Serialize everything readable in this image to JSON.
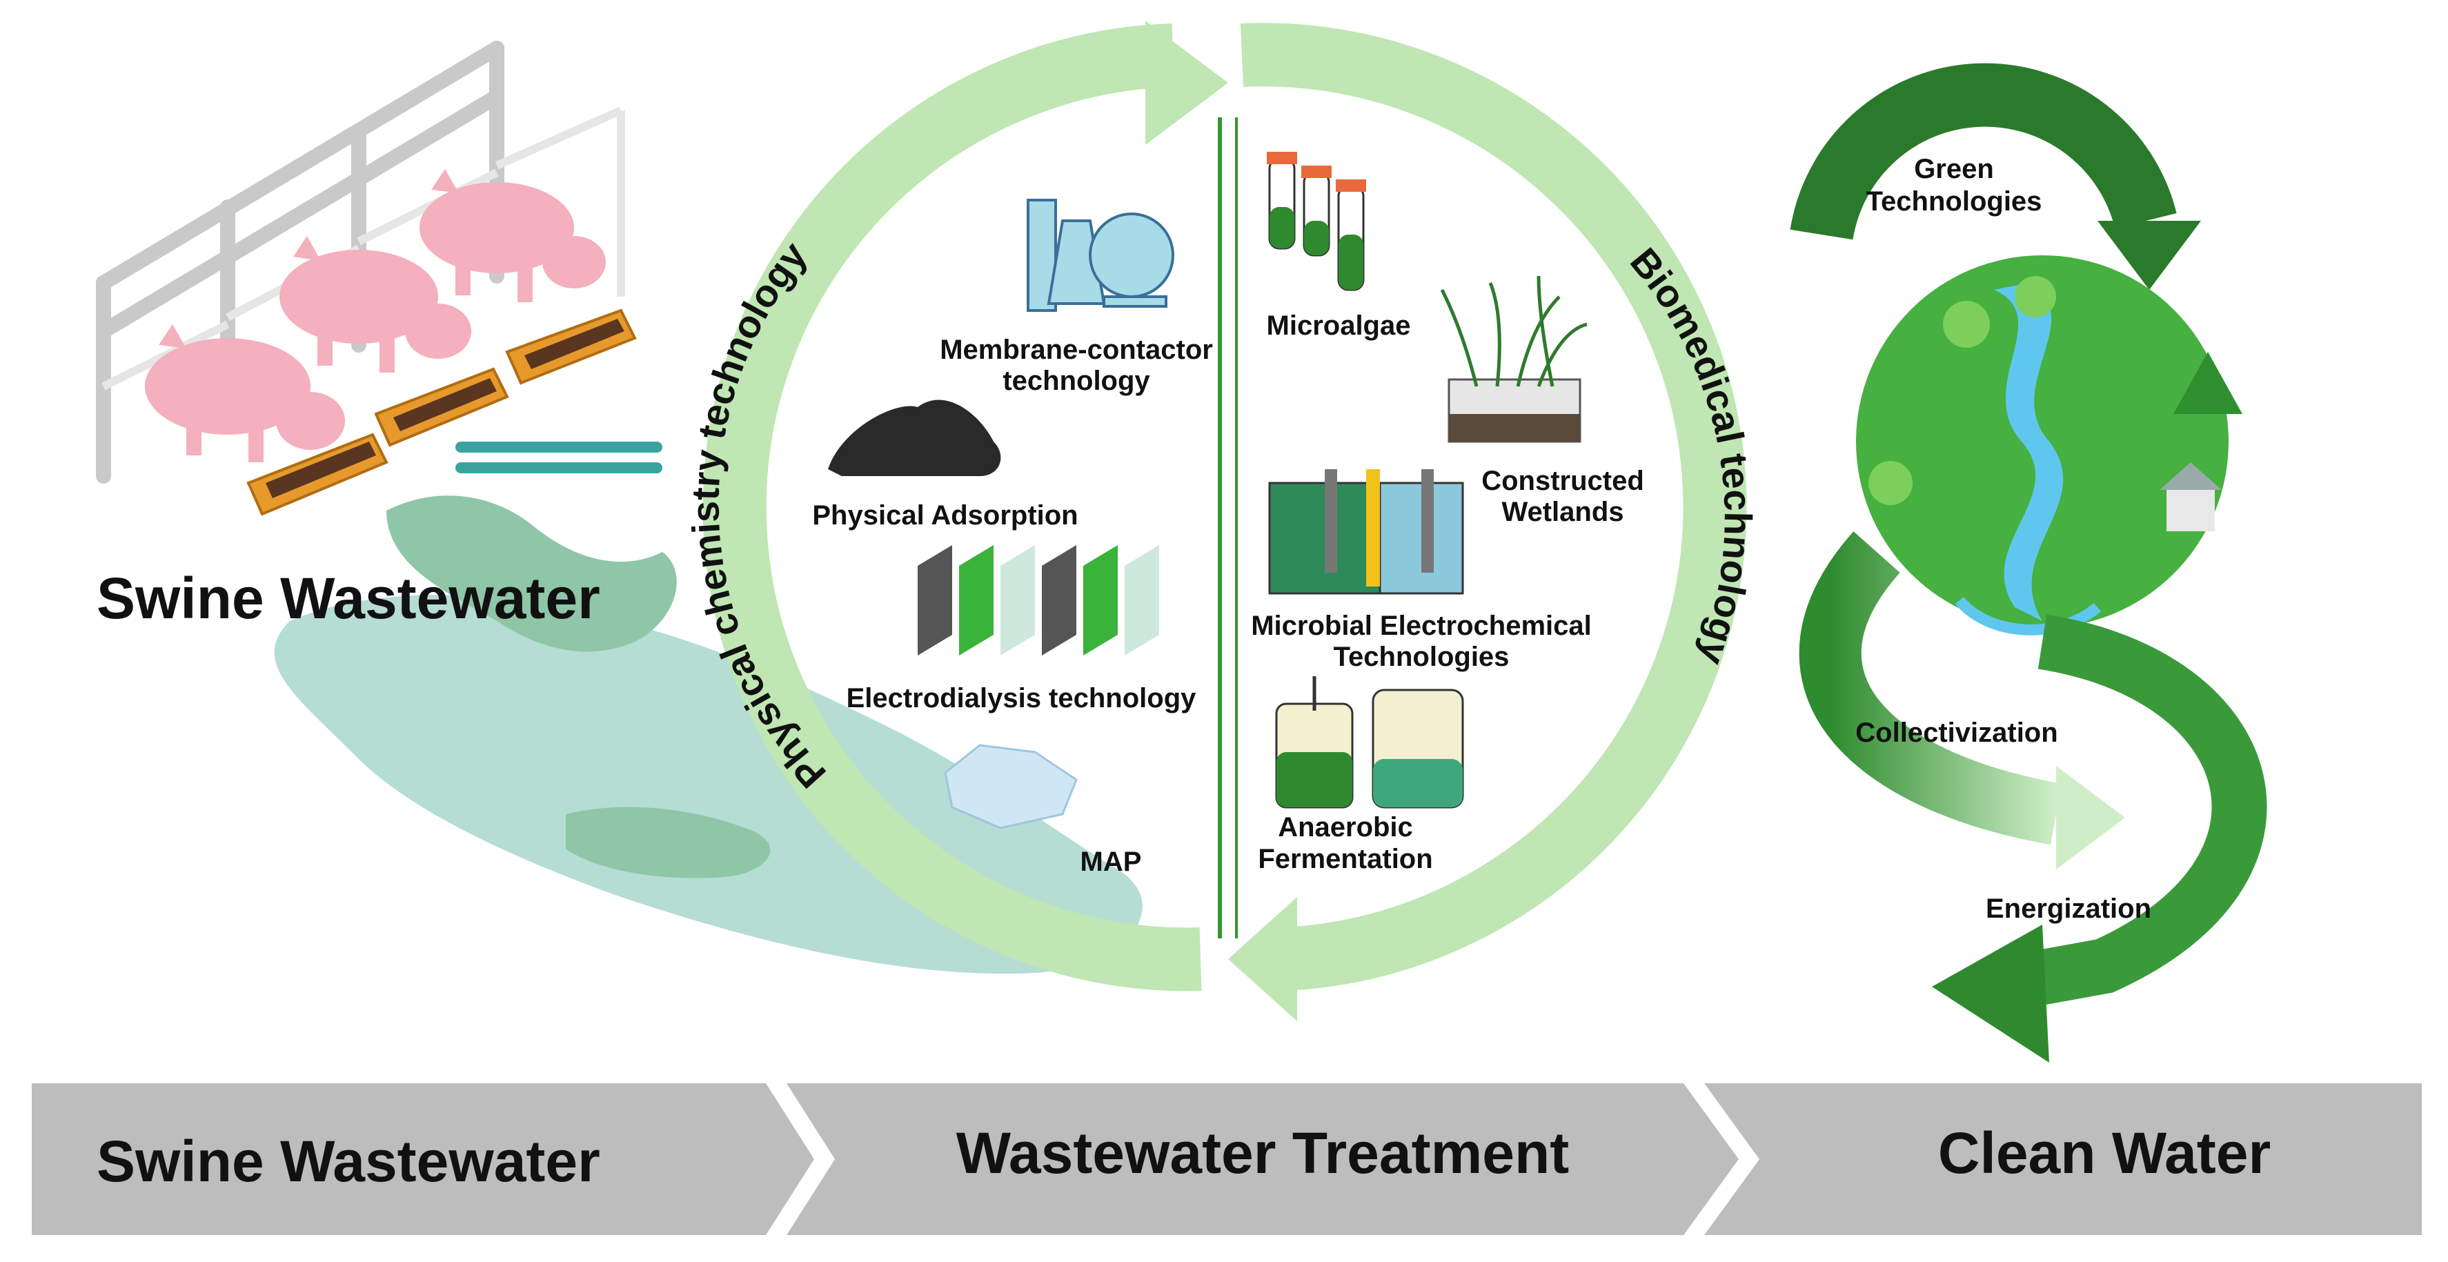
{
  "left": {
    "title": "Swine Wastewater"
  },
  "physical": {
    "arc_label": "Physical chemistry technology",
    "items": [
      "Membrane-contactor",
      "technology",
      "Physical Adsorption",
      "Electrodialysis technology",
      "MAP"
    ]
  },
  "bio": {
    "arc_label": "Biomedical technology",
    "items": [
      "Microalgae",
      "Constructed",
      "Wetlands",
      "Microbial Electrochemical",
      "Technologies",
      "Anaerobic",
      "Fermentation"
    ]
  },
  "right": {
    "labels": [
      "Green",
      "Technologies",
      "Collectivization",
      "Energization"
    ]
  },
  "steps": [
    "Swine Wastewater",
    "Wastewater Treatment",
    "Clean Water"
  ],
  "colors": {
    "arc": "#bfe6b3",
    "water": "#b5ddd3",
    "dark_green": "#2f8a2f",
    "mid_green": "#3fa83f",
    "trough": "#e79a2b",
    "pig": "#f4b0bd",
    "step_bar": "#bdbdbd"
  }
}
